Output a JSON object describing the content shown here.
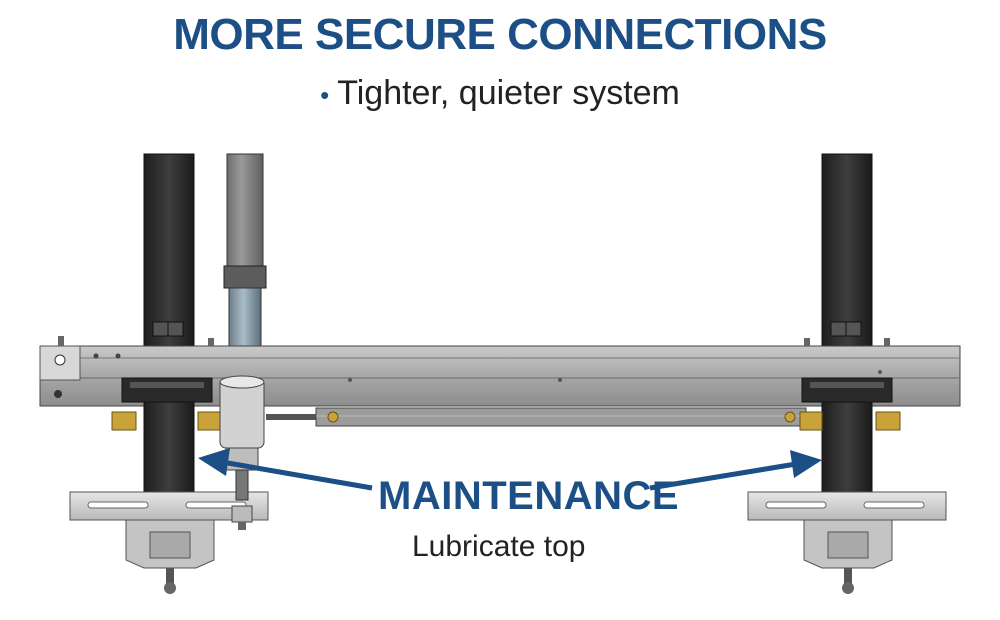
{
  "title": "MORE SECURE CONNECTIONS",
  "subtitle": {
    "bullet": "•",
    "text": "Tighter, quieter system"
  },
  "callout": {
    "label": "MAINTENANCE",
    "detail": "Lubricate top"
  },
  "colors": {
    "accent": "#1c4f86",
    "steel": "#7a7a7a",
    "dark_post": "#2f2f2f",
    "brass": "#c9a23a"
  }
}
